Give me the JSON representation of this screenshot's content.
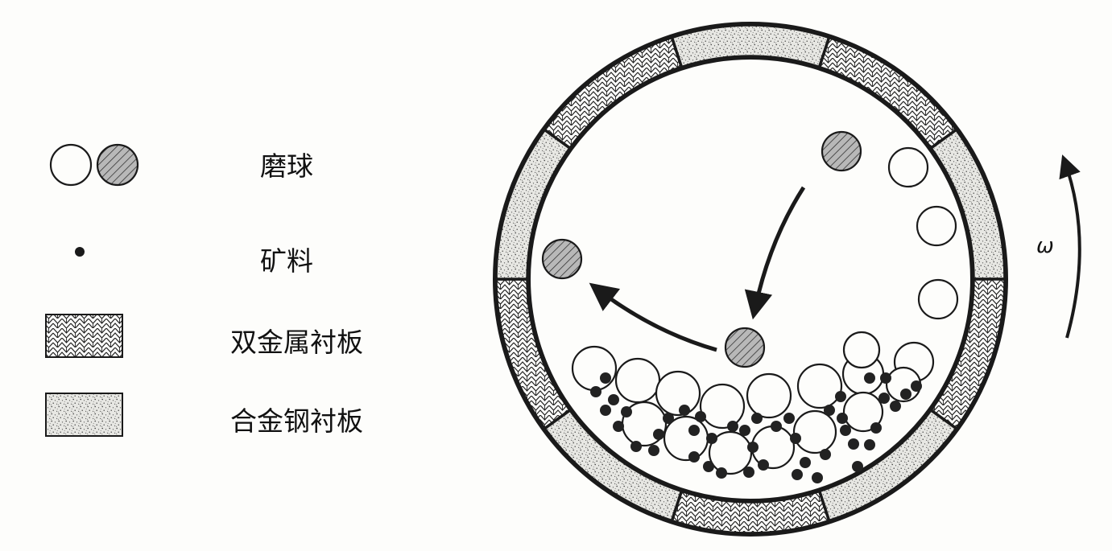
{
  "legend": {
    "grinding_ball": "磨球",
    "ore": "矿料",
    "bimetal_liner": "双金属衬板",
    "alloy_steel_liner": "合金钢衬板"
  },
  "diagram": {
    "rotation_symbol": "ω",
    "segments": [
      "alloy-steel",
      "bimetal",
      "alloy-steel",
      "bimetal",
      "alloy-steel",
      "bimetal",
      "alloy-steel",
      "bimetal",
      "alloy-steel",
      "bimetal"
    ]
  },
  "colors": {
    "ink": "#1a1a1a",
    "paper": "#fdfdfb",
    "hatched_ball": "#9a9a9a",
    "ore": "#222222"
  }
}
